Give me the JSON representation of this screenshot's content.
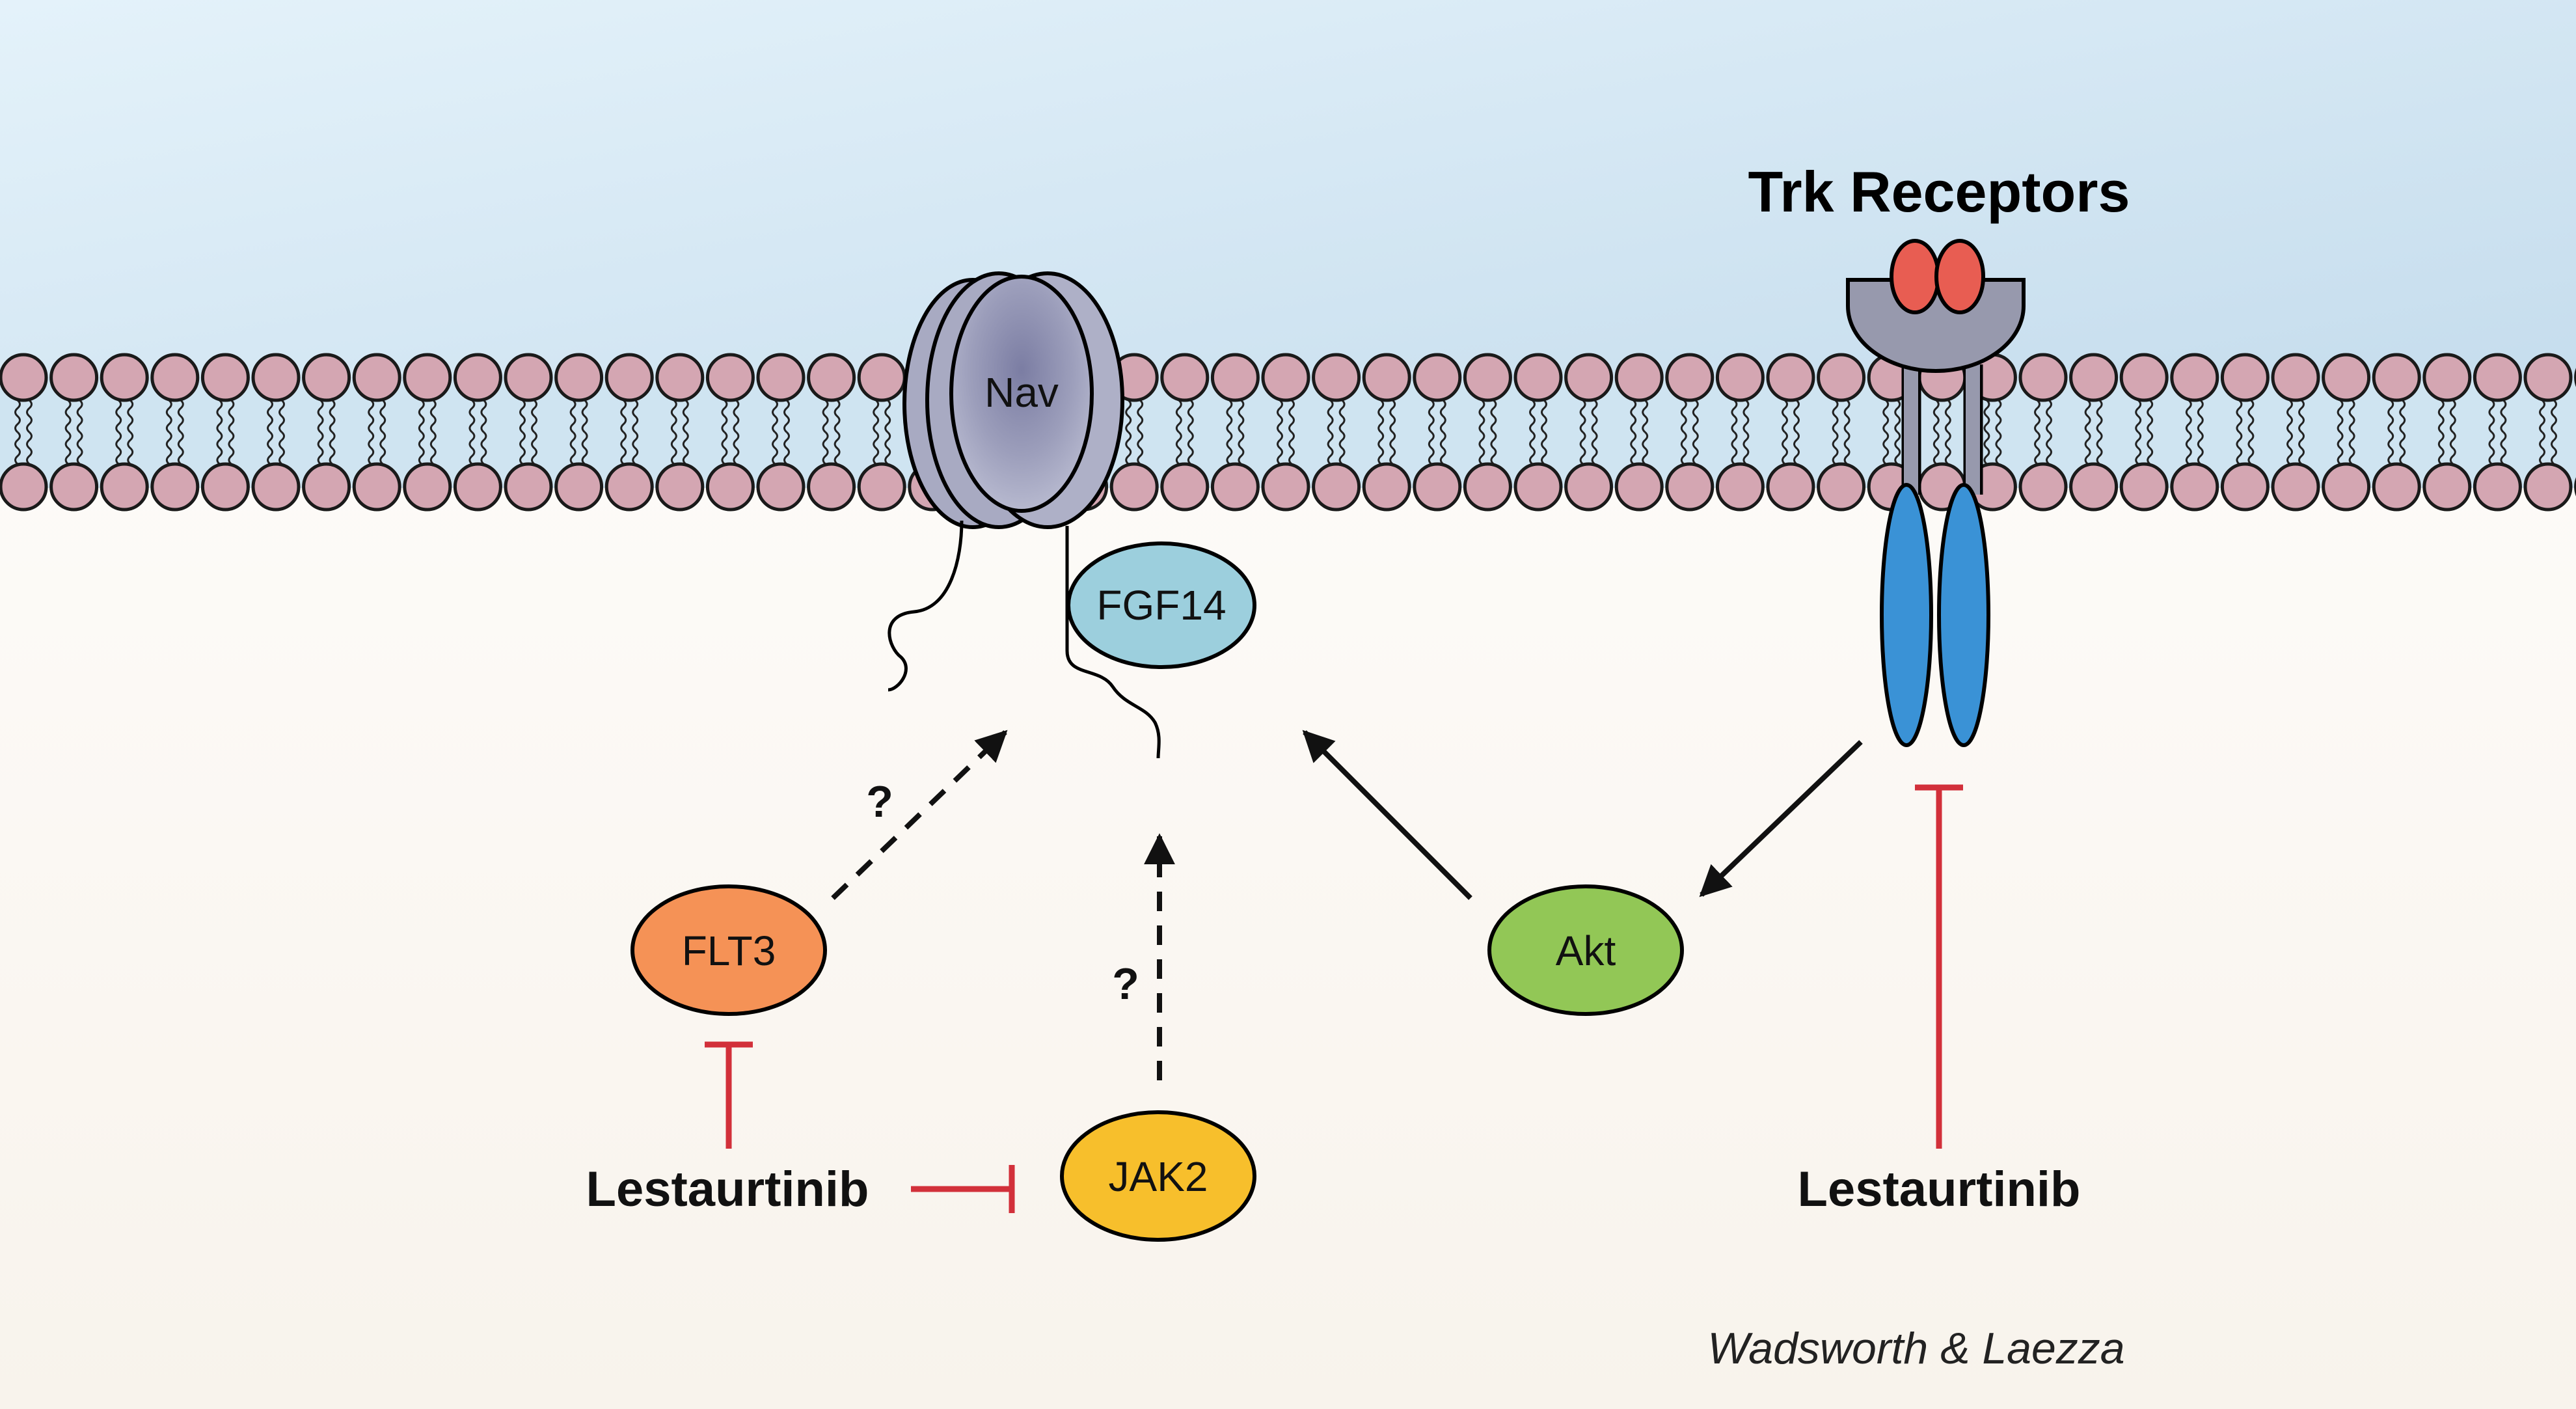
{
  "header": {
    "receptor_label": "Trk Receptors"
  },
  "proteins": {
    "nav": "Nav",
    "fgf14": "FGF14",
    "flt3": "FLT3",
    "jak2": "JAK2",
    "akt": "Akt"
  },
  "drugs": {
    "left": "Lestaurtinib",
    "right": "Lestaurtinib"
  },
  "uncertain": {
    "flt3_to_fgf14": "?",
    "jak2_to_fgf14": "?"
  },
  "credit": "Wadsworth & Laezza",
  "colors": {
    "extracellular_top": "#e3f1f9",
    "extracellular_bottom": "#c9dfee",
    "cytoplasm": "#fbf8f3",
    "lipid_head": "#d4a6b2",
    "nav_channel": "#a8aac2",
    "fgf14": "#9ccfdd",
    "flt3": "#f59256",
    "jak2": "#f7bf2c",
    "akt": "#92c756",
    "trk_extracellular": "#9799ad",
    "trk_ligand": "#e85d52",
    "trk_intracellular": "#3a92d6",
    "inhibition": "#d2303a",
    "activation": "#111111"
  }
}
